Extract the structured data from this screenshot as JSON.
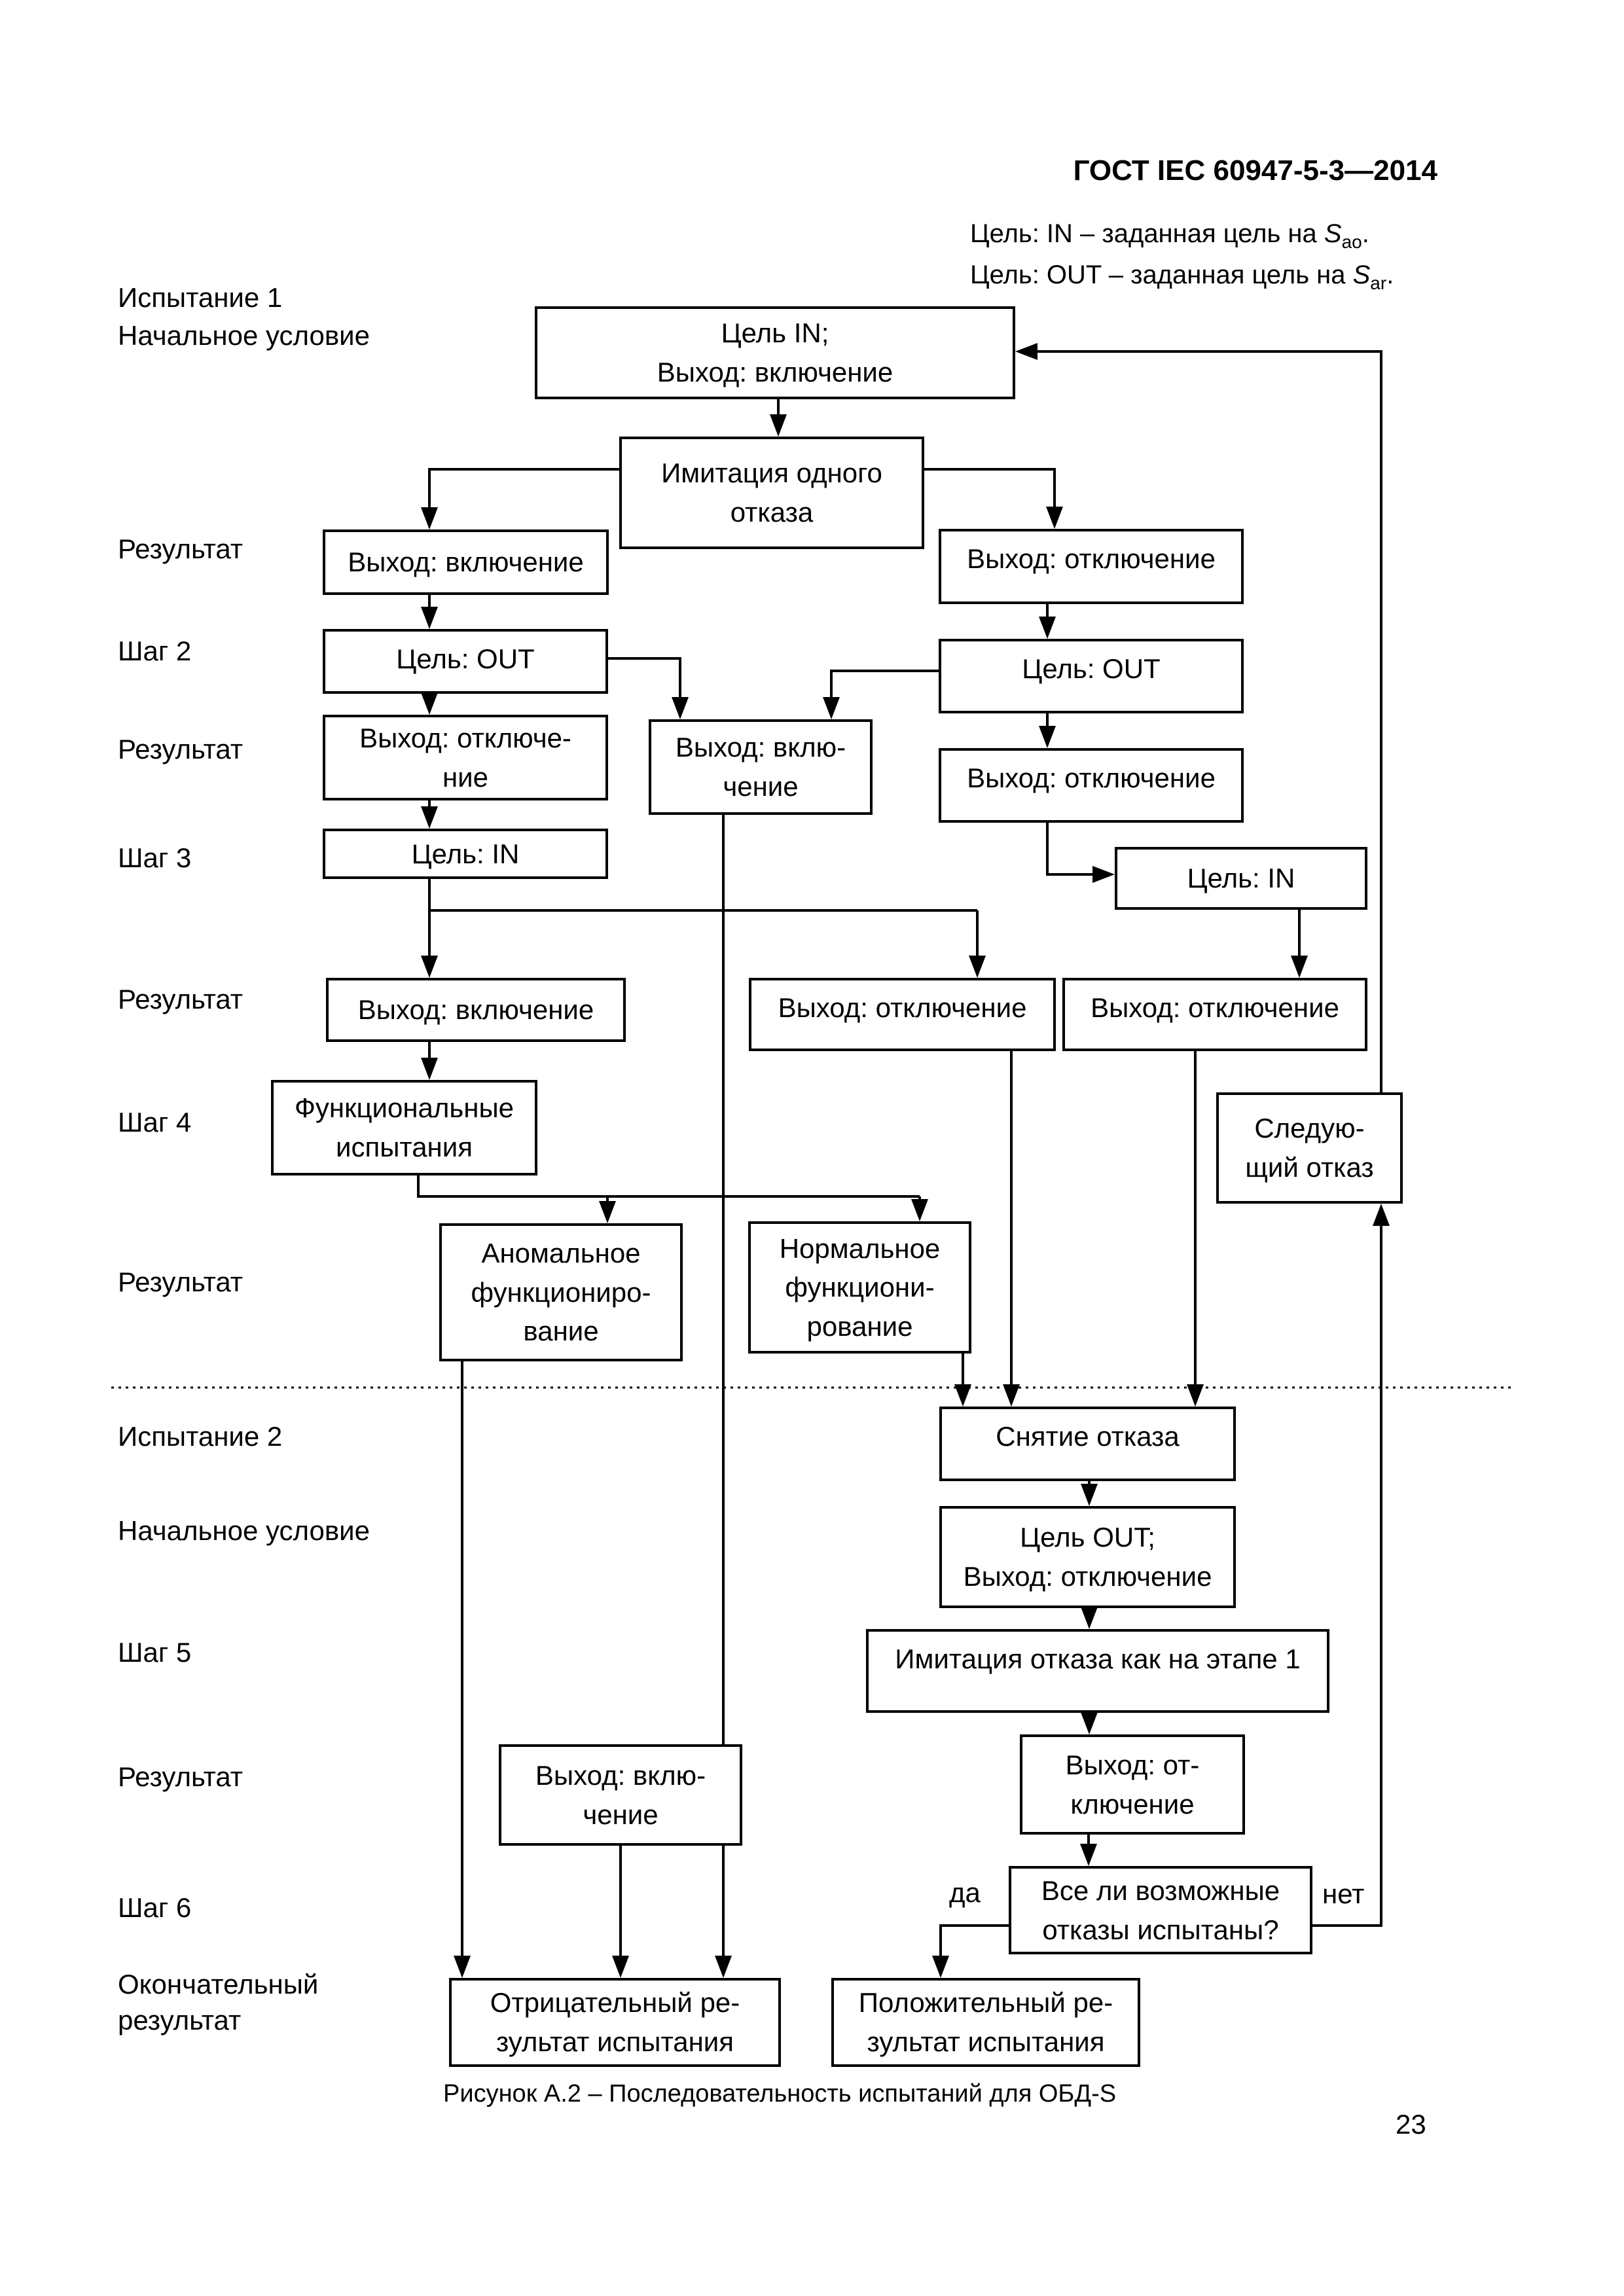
{
  "page": {
    "header": "ГОСТ IEC 60947-5-3—2014",
    "page_number": "23",
    "caption": "Рисунок А.2 – Последовательность испытаний для ОБД-S"
  },
  "legend": {
    "line1": {
      "lead": "Цель: IN – заданная цель на ",
      "symbol": "S",
      "sub": "ao",
      "tail": "."
    },
    "line2": {
      "lead": "Цель: OUT – заданная цель на ",
      "symbol": "S",
      "sub": "ar",
      "tail": "."
    }
  },
  "rows": [
    {
      "text": "Испытание 1"
    },
    {
      "text": "Начальное условие"
    },
    {
      "text": "Результат"
    },
    {
      "text": "Шаг 2"
    },
    {
      "text": "Результат"
    },
    {
      "text": "Шаг 3"
    },
    {
      "text": "Результат"
    },
    {
      "text": "Шаг 4"
    },
    {
      "text": "Результат"
    },
    {
      "text": "Испытание 2"
    },
    {
      "text": "Начальное условие"
    },
    {
      "text": "Шаг 5"
    },
    {
      "text": "Результат"
    },
    {
      "text": "Шаг 6"
    },
    {
      "text": "Окончательный\nрезультат"
    }
  ],
  "boxes": {
    "start": "Цель IN;\nВыход: включение",
    "imitation1": "Имитация одного\nотказа",
    "out_on1": "Выход: включение",
    "out_off1": "Выход: отключение",
    "goal_out_l": "Цель: OUT",
    "goal_out_r": "Цель: OUT",
    "out_off_l2": "Выход: отключе-\nние",
    "out_on_c": "Выход: вклю-\nчение",
    "out_off_r2": "Выход: отключение",
    "goal_in_l": "Цель: IN",
    "goal_in_r": "Цель: IN",
    "res_on_l": "Выход: включение",
    "res_off_c": "Выход: отключение",
    "res_off_r": "Выход: отключение",
    "functional": "Функциональные\nиспытания",
    "next_fault": "Следую-\nщий отказ",
    "abnormal": "Аномальное\nфункциониро-\nвание",
    "normal": "Нормальное\nфункциони-\nрование",
    "clear_fault": "Снятие отказа",
    "goal_out2": "Цель OUT;\nВыход: отключение",
    "imitation2": "Имитация отказа как на этапе 1",
    "out_on2": "Выход: вклю-\nчение",
    "out_off2": "Выход: от-\nключение",
    "question": "Все ли возможные\nотказы испытаны?",
    "negative": "Отрицательный ре-\nзультат испытания",
    "positive": "Положительный ре-\nзультат испытания"
  },
  "decision": {
    "yes": "да",
    "no": "нет"
  },
  "colors": {
    "ink": "#000000",
    "paper": "#ffffff"
  }
}
